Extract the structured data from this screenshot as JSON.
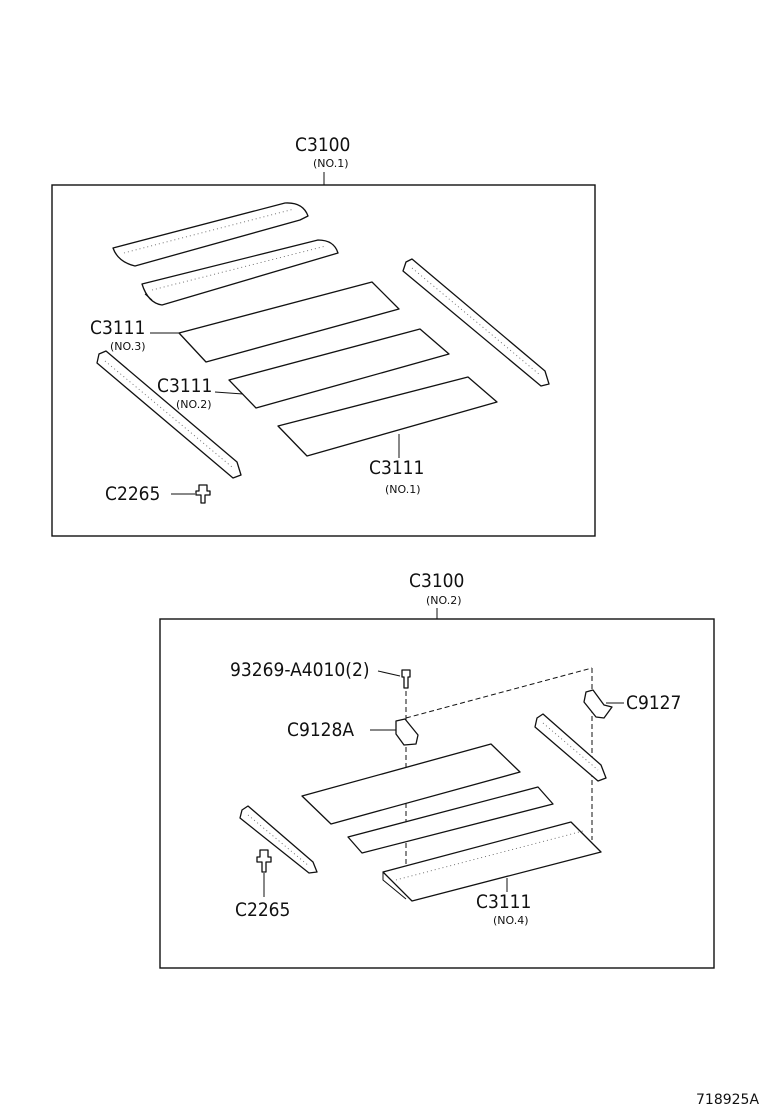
{
  "group1": {
    "label": "C3100",
    "sub": "(NO.1)",
    "callouts": {
      "c3111_no3": {
        "label": "C3111",
        "sub": "(NO.3)"
      },
      "c3111_no2": {
        "label": "C3111",
        "sub": "(NO.2)"
      },
      "c3111_no1": {
        "label": "C3111",
        "sub": "(NO.1)"
      },
      "c2265": {
        "label": "C2265"
      }
    }
  },
  "group2": {
    "label": "C3100",
    "sub": "(NO.2)",
    "callouts": {
      "bolt": {
        "label": "93269-A4010(2)"
      },
      "c9127": {
        "label": "C9127"
      },
      "c9128a": {
        "label": "C9128A"
      },
      "c2265": {
        "label": "C2265"
      },
      "c3111_no4": {
        "label": "C3111",
        "sub": "(NO.4)"
      }
    }
  },
  "footer": {
    "code": "718925A"
  }
}
